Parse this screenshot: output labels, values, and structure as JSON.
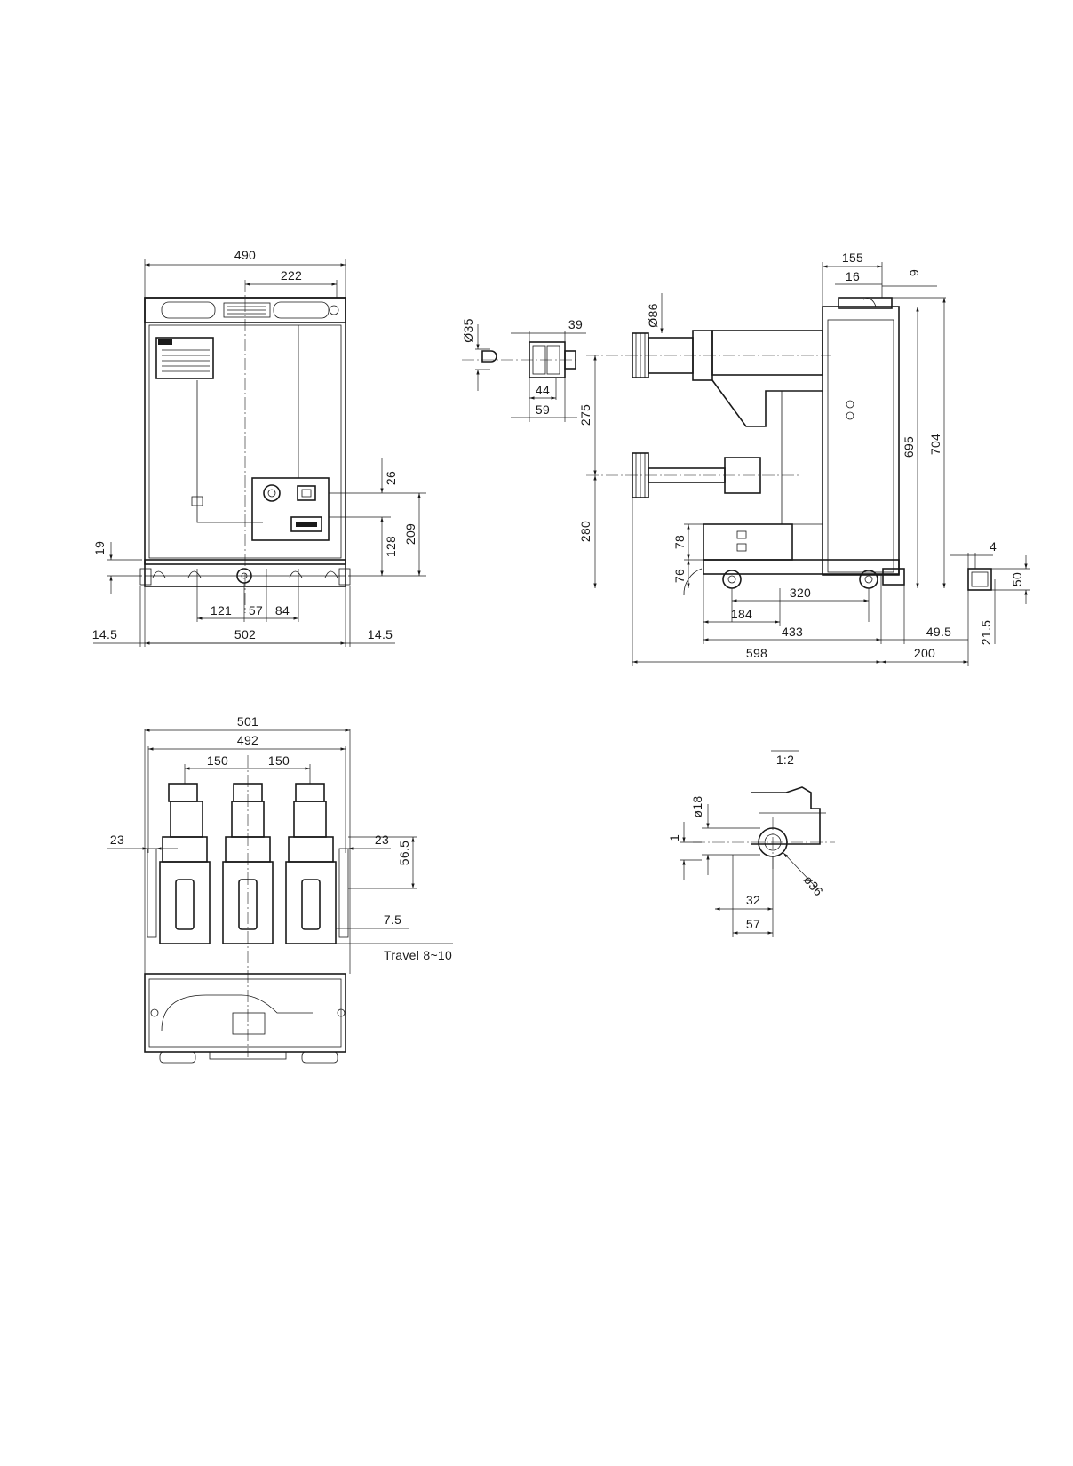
{
  "front_view": {
    "dims": {
      "total_width": "490",
      "top_offset": "222",
      "side_19": "19",
      "panel_26": "26",
      "panel_128": "128",
      "panel_209": "209",
      "bottom_121": "121",
      "bottom_57": "57",
      "bottom_84": "84",
      "base_width": "502",
      "left_margin": "14.5",
      "right_margin": "14.5"
    }
  },
  "contact_detail": {
    "dims": {
      "dia_35": "Ø35",
      "len_39": "39",
      "len_44": "44",
      "len_59": "59"
    }
  },
  "side_view": {
    "dims": {
      "top_155": "155",
      "top_16": "16",
      "top_9": "9",
      "dia_86": "Ø86",
      "pitch_275": "275",
      "height_280": "280",
      "h_78": "78",
      "h_76": "76",
      "height_695": "695",
      "height_704": "704",
      "len_320": "320",
      "len_184": "184",
      "len_433": "433",
      "len_598": "598",
      "len_200": "200",
      "len_49_5": "49.5",
      "len_4": "4",
      "len_50": "50",
      "len_21_5": "21.5"
    }
  },
  "top_view": {
    "dims": {
      "width_501": "501",
      "width_492": "492",
      "pitch_a": "150",
      "pitch_b": "150",
      "left_23": "23",
      "right_23": "23",
      "h_56_5": "56.5",
      "h_7_5": "7.5",
      "travel": "Travel  8~10"
    }
  },
  "detail_view": {
    "scale": "1:2",
    "dims": {
      "dia_18": "ø18",
      "h_1": "1",
      "len_32": "32",
      "len_57": "57",
      "dia_36": "ø36"
    }
  }
}
